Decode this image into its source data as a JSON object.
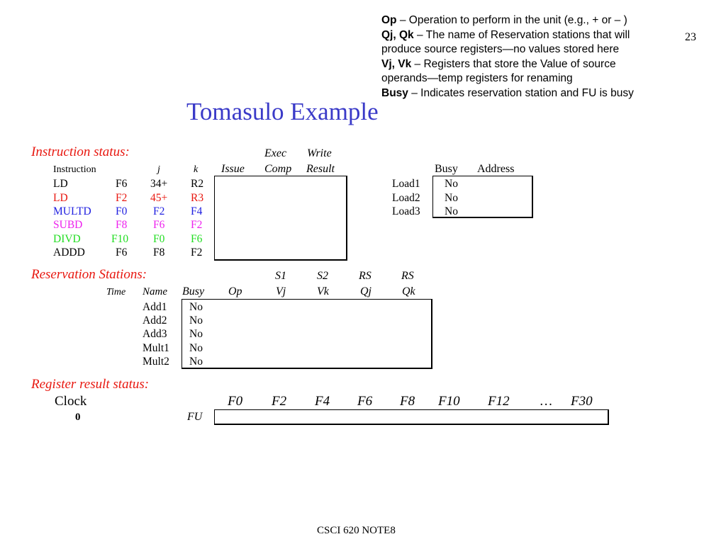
{
  "page_number": "23",
  "definitions": [
    {
      "term": "Op",
      "desc": " – Operation to perform in the unit (e.g., + or – )"
    },
    {
      "term": "Qj, Qk",
      "desc": " – The name of Reservation stations that will"
    },
    {
      "term": "",
      "desc": "produce source registers—no values stored here"
    },
    {
      "term": "Vj, Vk",
      "desc": " – Registers that store the Value of source"
    },
    {
      "term": "",
      "desc": "operands—temp registers for renaming"
    },
    {
      "term": "Busy",
      "desc": " – Indicates reservation station and FU is busy"
    }
  ],
  "title": "Tomasulo Example",
  "instruction_status": {
    "heading": "Instruction status:",
    "exec_label": "Exec",
    "write_label": "Write",
    "col_instruction": "Instruction",
    "col_j": "j",
    "col_k": "k",
    "col_issue": "Issue",
    "col_comp": "Comp",
    "col_result": "Result",
    "rows": [
      {
        "op": "LD",
        "dst": "F6",
        "j": "34+",
        "k": "R2",
        "color": "#000000"
      },
      {
        "op": "LD",
        "dst": "F2",
        "j": "45+",
        "k": "R3",
        "color": "#e8170f"
      },
      {
        "op": "MULTD",
        "dst": "F0",
        "j": "F2",
        "k": "F4",
        "color": "#1f1fe0"
      },
      {
        "op": "SUBD",
        "dst": "F8",
        "j": "F6",
        "k": "F2",
        "color": "#ee22ee"
      },
      {
        "op": "DIVD",
        "dst": "F10",
        "j": "F0",
        "k": "F6",
        "color": "#22dd22"
      },
      {
        "op": "ADDD",
        "dst": "F6",
        "j": "F8",
        "k": "F2",
        "color": "#000000"
      }
    ]
  },
  "load_buffers": {
    "col_busy": "Busy",
    "col_address": "Address",
    "rows": [
      {
        "name": "Load1",
        "busy": "No"
      },
      {
        "name": "Load2",
        "busy": "No"
      },
      {
        "name": "Load3",
        "busy": "No"
      }
    ]
  },
  "reservation_stations": {
    "heading": "Reservation Stations:",
    "s1": "S1",
    "s2": "S2",
    "rs1": "RS",
    "rs2": "RS",
    "col_time": "Time",
    "col_name": "Name",
    "col_busy": "Busy",
    "col_op": "Op",
    "col_vj": "Vj",
    "col_vk": "Vk",
    "col_qj": "Qj",
    "col_qk": "Qk",
    "rows": [
      {
        "name": "Add1",
        "busy": "No"
      },
      {
        "name": "Add2",
        "busy": "No"
      },
      {
        "name": "Add3",
        "busy": "No"
      },
      {
        "name": "Mult1",
        "busy": "No"
      },
      {
        "name": "Mult2",
        "busy": "No"
      }
    ]
  },
  "register_status": {
    "heading": "Register result status:",
    "clock_label": "Clock",
    "clock_value": "0",
    "fu_label": "FU",
    "registers": [
      "F0",
      "F2",
      "F4",
      "F6",
      "F8",
      "F10",
      "F12",
      "…",
      "F30"
    ]
  },
  "footer": "CSCI 620 NOTE8"
}
